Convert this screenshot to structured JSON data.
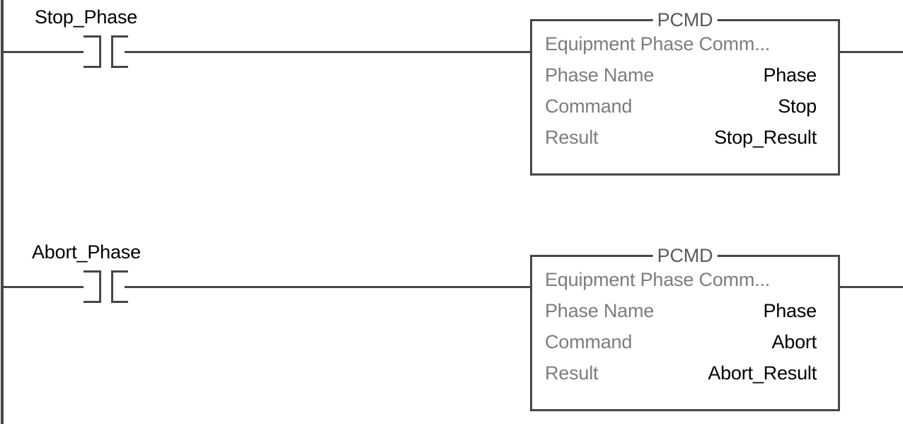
{
  "diagram": {
    "type": "ladder-logic",
    "rungs": [
      {
        "contact": {
          "operand": "Stop_Phase",
          "symbol": "xic-contact"
        },
        "block": {
          "mnemonic": "PCMD",
          "description": "Equipment Phase Comm...",
          "parameters": [
            {
              "name": "Phase Name",
              "value": "Phase"
            },
            {
              "name": "Command",
              "value": "Stop"
            },
            {
              "name": "Result",
              "value": "Stop_Result"
            }
          ]
        }
      },
      {
        "contact": {
          "operand": "Abort_Phase",
          "symbol": "xic-contact"
        },
        "block": {
          "mnemonic": "PCMD",
          "description": "Equipment Phase Comm...",
          "parameters": [
            {
              "name": "Phase Name",
              "value": "Phase"
            },
            {
              "name": "Command",
              "value": "Abort"
            },
            {
              "name": "Result",
              "value": "Abort_Result"
            }
          ]
        }
      }
    ]
  },
  "colors": {
    "wire": "#474747",
    "label_text": "#000000",
    "param_name_text": "#7d7d7d",
    "param_value_text": "#000000",
    "block_title_text": "#5a5a5a",
    "background": "#ffffff"
  }
}
